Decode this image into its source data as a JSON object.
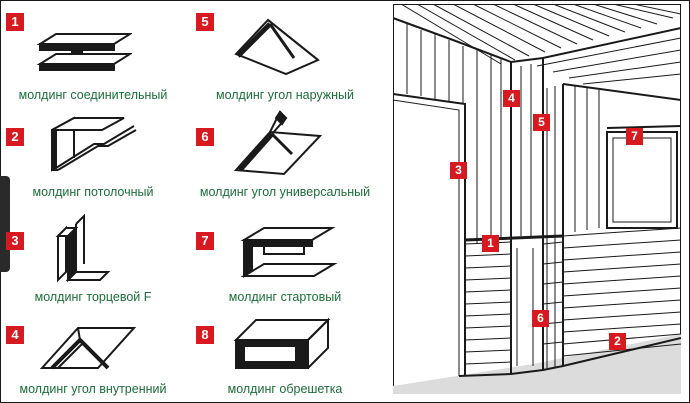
{
  "items": [
    {
      "num": "1",
      "label": "молдинг соединительный",
      "icon": "connecting-molding"
    },
    {
      "num": "2",
      "label": "молдинг потолочный",
      "icon": "ceiling-molding"
    },
    {
      "num": "3",
      "label": "молдинг торцевой F",
      "icon": "end-f-molding"
    },
    {
      "num": "4",
      "label": "молдинг угол внутренний",
      "icon": "inner-corner-molding"
    },
    {
      "num": "5",
      "label": "молдинг угол наружный",
      "icon": "outer-corner-molding"
    },
    {
      "num": "6",
      "label": "молдинг угол универсальный",
      "icon": "universal-corner-molding"
    },
    {
      "num": "7",
      "label": "молдинг стартовый",
      "icon": "starter-molding"
    },
    {
      "num": "8",
      "label": "молдинг обрешетка",
      "icon": "lathing-molding"
    }
  ],
  "room_markers": [
    "1",
    "2",
    "3",
    "4",
    "5",
    "6",
    "7"
  ],
  "colors": {
    "badge": "#d71920",
    "caption": "#1b6e3a",
    "line": "#1a1a1a",
    "floor": "#dcdcdc"
  }
}
